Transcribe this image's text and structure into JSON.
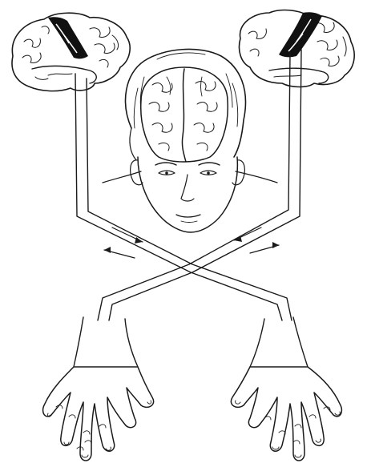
{
  "diagram": {
    "kind": "line-illustration",
    "colors": {
      "ink": "#1a1a1a",
      "background": "#ffffff",
      "motor_strip": "#111111"
    },
    "elements": [
      "left-hemisphere-brain",
      "right-hemisphere-brain",
      "head-with-exposed-brain",
      "crossing-neural-pathways",
      "left-hand",
      "right-hand"
    ]
  }
}
